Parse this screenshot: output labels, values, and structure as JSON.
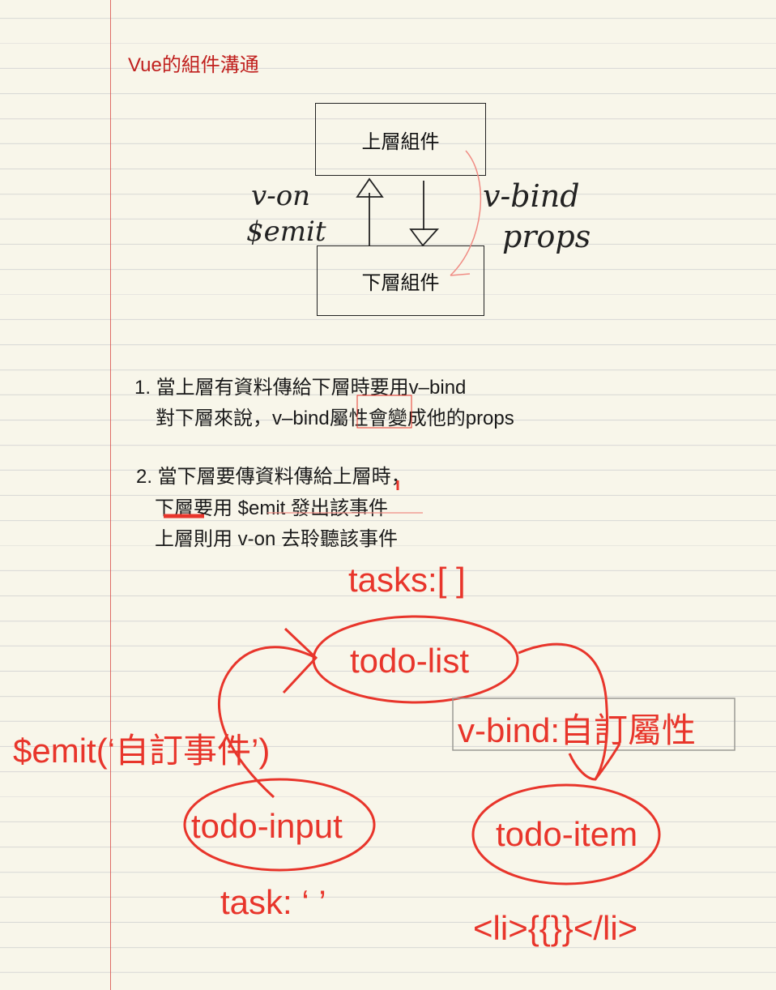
{
  "title": "Vue的組件溝通",
  "diagram1": {
    "upper_box": "上層組件",
    "lower_box": "下層組件",
    "left_label_1": "v-on",
    "left_label_2": "$emit",
    "right_label_1": "v-bind",
    "right_label_2": "props"
  },
  "notes": {
    "item1_line1": "1. 當上層有資料傳給下層時要用v–bind",
    "item1_line2": "對下層來說，v–bind屬性會變成他的props",
    "item2_line1": "2. 當下層要傳資料傳給上層時，",
    "item2_line2": "下層要用 $emit 發出該事件",
    "item2_line3": "上層則用 v-on 去聆聽該事件"
  },
  "diagram2": {
    "tasks_label": "tasks:[ ]",
    "todo_list": "todo-list",
    "emit_label": "$emit(‘自訂事件’)",
    "bind_label": "v-bind:自訂屬性",
    "todo_input": "todo-input",
    "todo_item": "todo-item",
    "task_label": "task: ‘ ’",
    "li_label": "<li>{{}}</li>"
  },
  "colors": {
    "ink": "#1a1a1a",
    "red_ink": "#e8352b",
    "margin": "#d9534f"
  }
}
